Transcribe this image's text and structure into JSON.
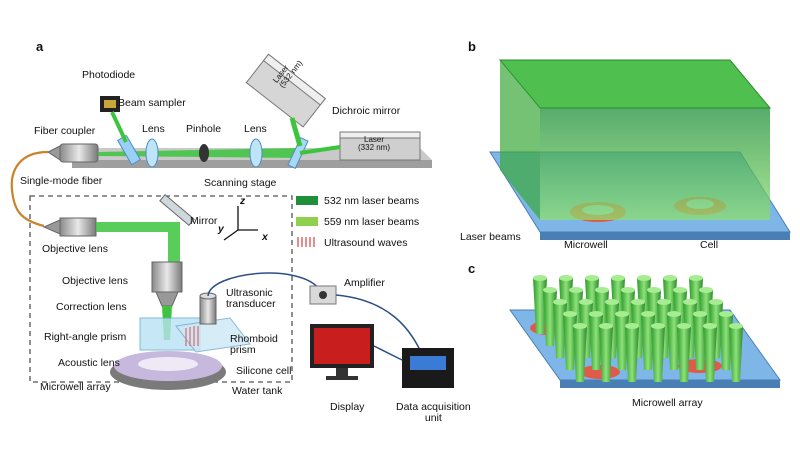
{
  "panels": {
    "a": "a",
    "b": "b",
    "c": "c"
  },
  "labels": {
    "photodiode": "Photodiode",
    "beam_sampler": "Beam sampler",
    "laser_532": "Laser\n(532 nm)",
    "dichroic": "Dichroic mirror",
    "fiber_coupler": "Fiber coupler",
    "lens1": "Lens",
    "pinhole": "Pinhole",
    "lens2": "Lens",
    "laser_332": "Laser\n(332 nm)",
    "single_mode_fiber": "Single-mode fiber",
    "scanning_stage": "Scanning stage",
    "mirror": "Mirror",
    "objective_lens_1": "Objective lens",
    "objective_lens_2": "Objective lens",
    "correction_lens": "Correction lens",
    "right_angle_prism": "Right-angle prism",
    "acoustic_lens": "Acoustic lens",
    "microwell_array_a": "Microwell array",
    "ultrasonic_transducer": "Ultrasonic\ntransducer",
    "amplifier": "Amplifier",
    "rhomboid_prism": "Rhomboid\nprism",
    "silicone_cell": "Silicone cell",
    "water_tank": "Water tank",
    "display": "Display",
    "daq": "Data acquisition\nunit",
    "laser_beams": "Laser beams",
    "microwell": "Microwell",
    "cell": "Cell",
    "microwell_array_c": "Microwell array"
  },
  "axes": {
    "z": "z",
    "y": "y",
    "x": "x"
  },
  "legend": [
    {
      "label": "532 nm laser beams",
      "color": "#1f8f3a"
    },
    {
      "label": "559 nm laser beams",
      "color": "#8fd14f"
    },
    {
      "label": "Ultrasound waves",
      "color": "#e06666"
    }
  ],
  "colors": {
    "beam": "#3cc43c",
    "table_gray": "#bdbdbd",
    "substrate": "#7eb6e8",
    "dash": "#555555"
  }
}
